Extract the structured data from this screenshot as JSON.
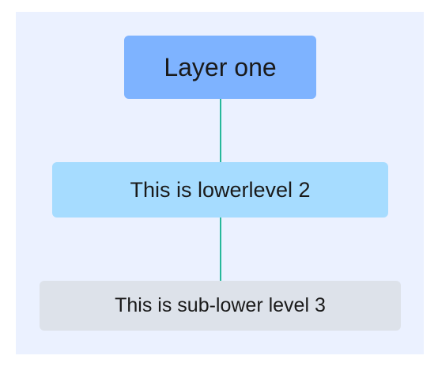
{
  "diagram": {
    "colors": {
      "background": "#ebf1ff",
      "connector": "#26b89a",
      "level_1_fill": "#7eb3ff",
      "level_2_fill": "#a6dcff",
      "level_3_fill": "#dde2ea"
    },
    "nodes": [
      {
        "label": "Layer one"
      },
      {
        "label": "This is lowerlevel 2"
      },
      {
        "label": "This is sub-lower level 3"
      }
    ]
  }
}
